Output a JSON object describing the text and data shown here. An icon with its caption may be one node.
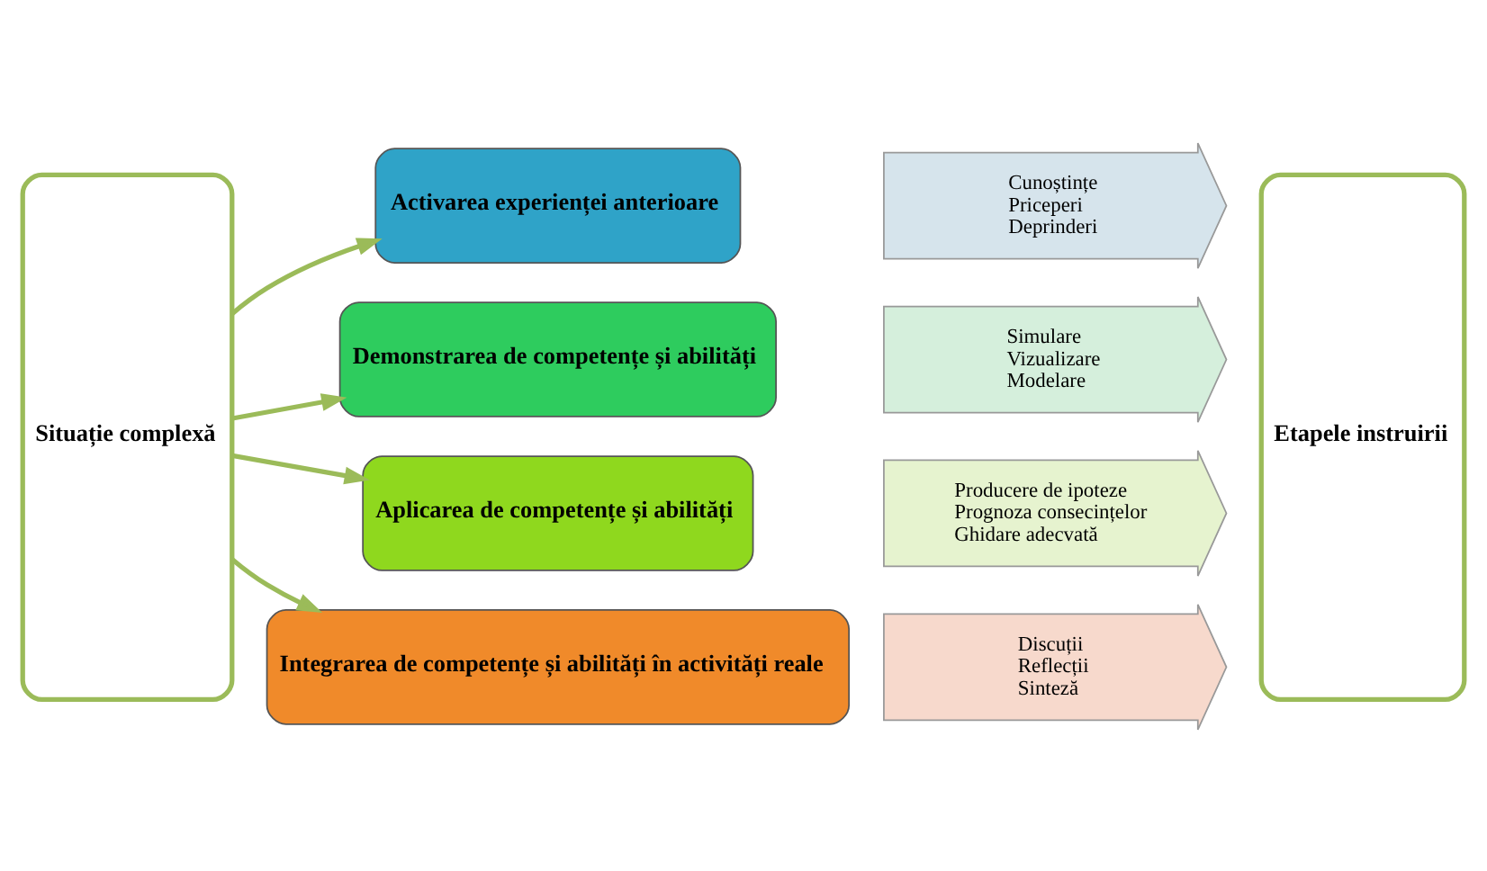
{
  "diagram": {
    "nodes": [
      {
        "text": [
          "Situație complexă"
        ]
      },
      {
        "text": [
          "Activarea experienței anterioare"
        ]
      },
      {
        "text": [
          "Demonstrarea de competențe și abilități"
        ]
      },
      {
        "text": [
          "Aplicarea de competențe și abilități"
        ]
      },
      {
        "text": [
          "Integrarea de competențe și abilități în activități reale"
        ]
      },
      {
        "text": [
          "Cunoștințe",
          "Priceperi",
          "Deprinderi"
        ]
      },
      {
        "text": [
          "Simulare",
          "Vizualizare",
          "Modelare"
        ]
      },
      {
        "text": [
          "Producere de ipoteze",
          "Prognoza consecințelor",
          "Ghidare adecvată"
        ]
      },
      {
        "text": [
          "Discuții",
          "Reflecții",
          "Sinteză"
        ]
      },
      {
        "text": [
          "Etapele instruirii"
        ]
      }
    ],
    "edges": [
      {
        "from": 0,
        "to": 1,
        "arrow": "to"
      },
      {
        "from": 0,
        "to": 2,
        "arrow": "to"
      },
      {
        "from": 0,
        "to": 3,
        "arrow": "to"
      },
      {
        "from": 0,
        "to": 4,
        "arrow": "to"
      }
    ]
  }
}
